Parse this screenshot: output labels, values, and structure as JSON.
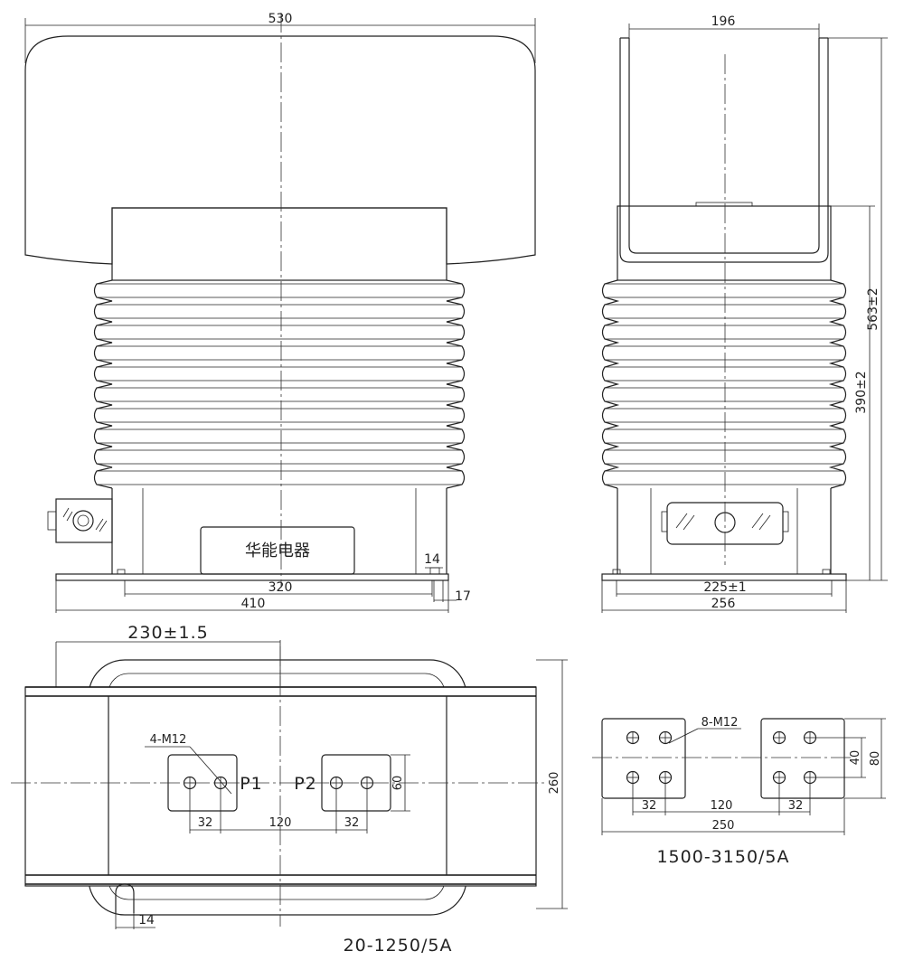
{
  "front_view": {
    "dims": {
      "top_width": "530",
      "base_inner": "320",
      "base_outer": "410",
      "foot_w": "14",
      "foot_h": "17"
    },
    "nameplate": "华能电器"
  },
  "side_view": {
    "dims": {
      "top_width": "196",
      "total_height": "563±2",
      "body_height": "390±2",
      "base_inner": "225±1",
      "base_outer": "256"
    }
  },
  "plan_view": {
    "dims": {
      "offset": "230±1.5",
      "height": "260",
      "p_height": "60",
      "pitch_left": "32",
      "center": "120",
      "pitch_right": "32",
      "foot": "14"
    },
    "bolt_label": "4-M12",
    "terminal_p1": "P1",
    "terminal_p2": "P2",
    "caption": "20-1250/5A"
  },
  "detail_view": {
    "dims": {
      "h_inner": "40",
      "h_outer": "80",
      "pitch_left": "32",
      "center": "120",
      "pitch_right": "32",
      "overall": "250"
    },
    "bolt_label": "8-M12",
    "caption": "1500-3150/5A"
  }
}
